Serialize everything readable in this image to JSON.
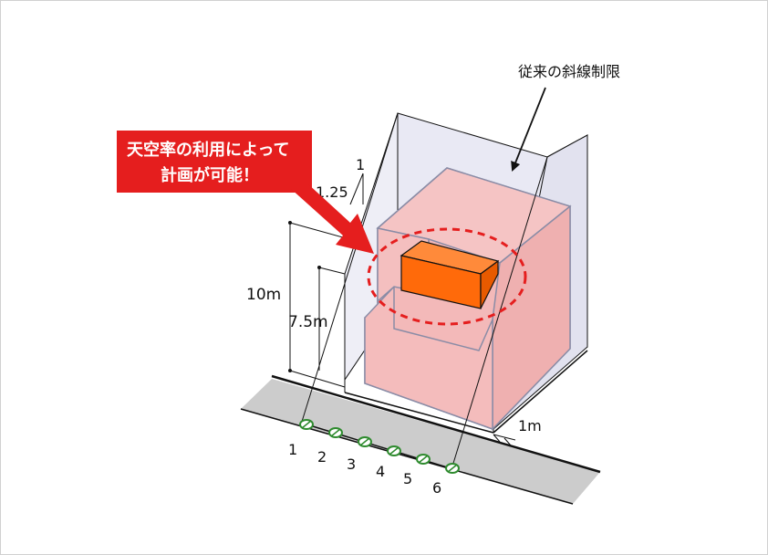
{
  "labels": {
    "conventional_slope": "従来の斜線制限",
    "callout_line1": "天空率の利用によって",
    "callout_line2": "計画が可能！",
    "height_10m": "10m",
    "height_7_5m": "7.5m",
    "ratio_numerator": "1",
    "ratio_denominator": "1.25",
    "setback_1m": "1m"
  },
  "points": [
    "1",
    "2",
    "3",
    "4",
    "5",
    "6"
  ],
  "colors": {
    "building_fill": "#f3b9b9",
    "building_stroke": "#8a8ca6",
    "target_fill": "#ff6a0a",
    "callout_red": "#e51e1e",
    "road_fill": "#cccccc",
    "envelope_fill": "#e9e9f4",
    "point_marker": "#2e8b2e"
  }
}
